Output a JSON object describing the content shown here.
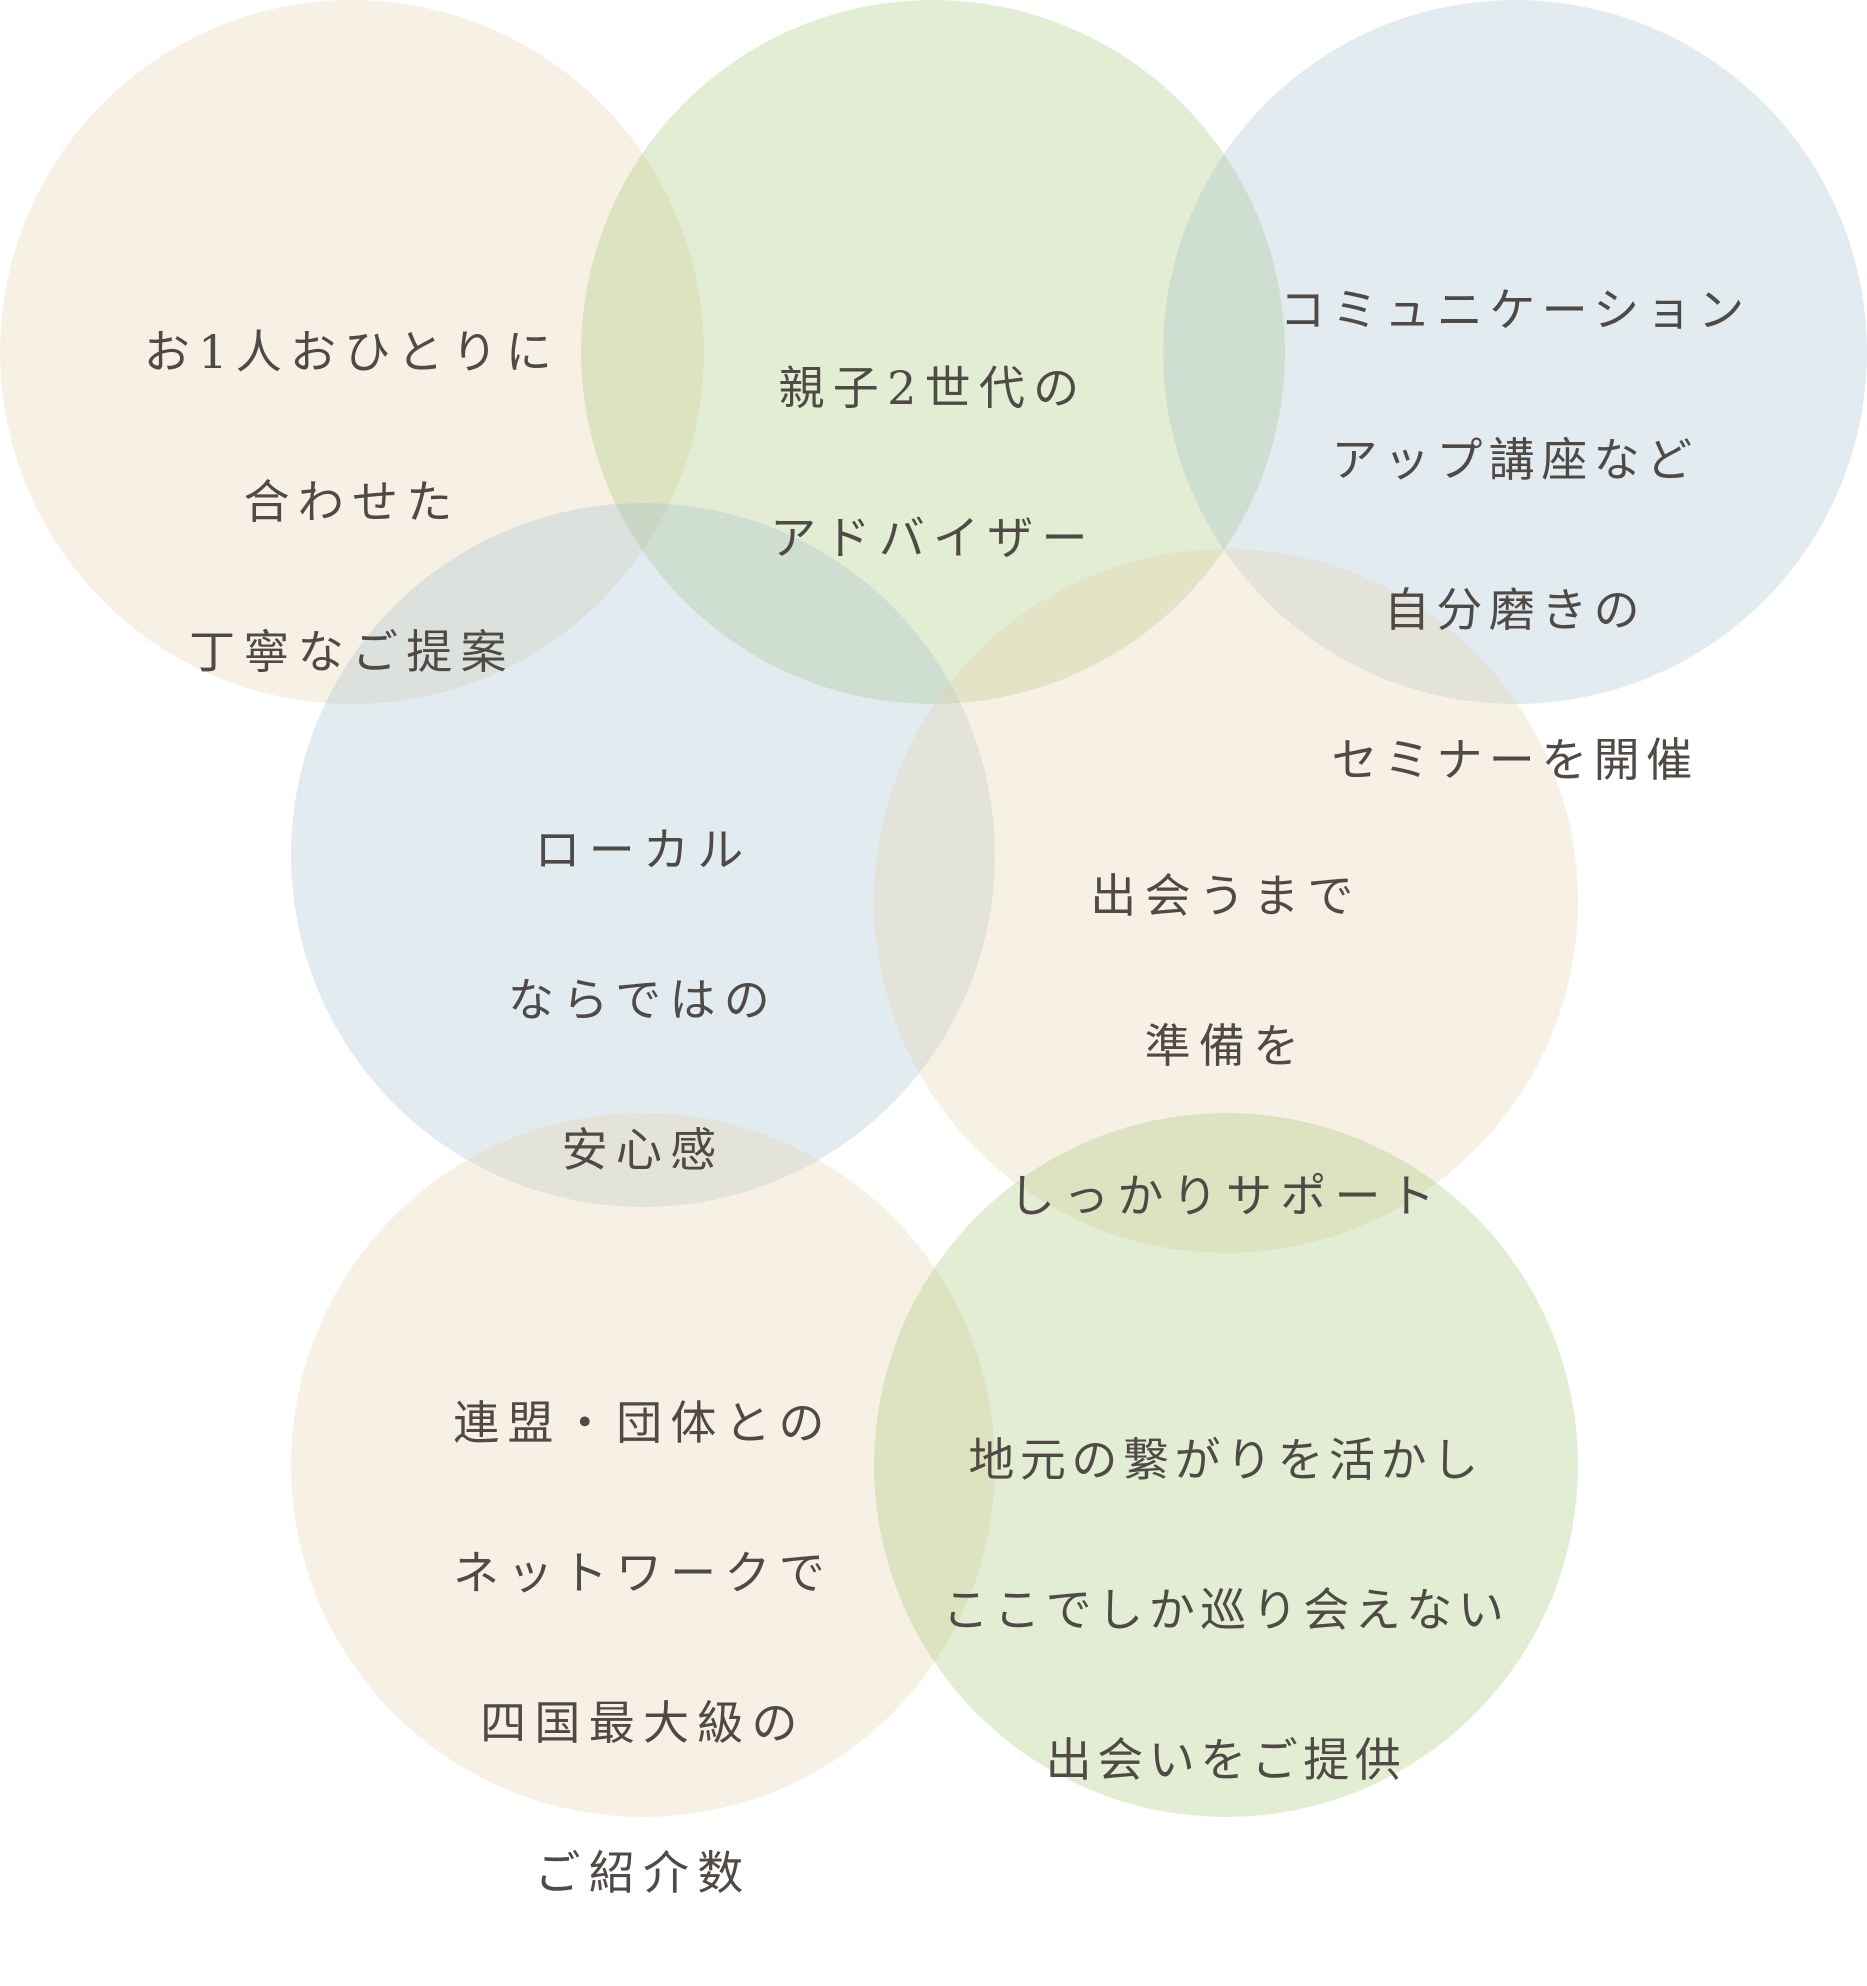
{
  "colors": {
    "beige": "#f6efe1",
    "green": "#e2ebd3",
    "blue": "#e3ecf0",
    "text": "#4f4a46"
  },
  "circles": [
    {
      "color": "beige",
      "lines": [
        "お1人おひとりに",
        "合わせた",
        "丁寧なご提案"
      ]
    },
    {
      "color": "green",
      "lines": [
        "親子2世代の",
        "アドバイザー"
      ]
    },
    {
      "color": "blue",
      "lines": [
        "コミュニケーション",
        "アップ講座など",
        "自分磨きの",
        "セミナーを開催"
      ]
    },
    {
      "color": "blue",
      "lines": [
        "ローカル",
        "ならではの",
        "安心感"
      ]
    },
    {
      "color": "beige",
      "lines": [
        "出会うまで",
        "準備を",
        "しっかりサポート"
      ]
    },
    {
      "color": "beige",
      "lines": [
        "連盟・団体との",
        "ネットワークで",
        "四国最大級の",
        "ご紹介数"
      ]
    },
    {
      "color": "green",
      "lines": [
        "地元の繋がりを活かし",
        "ここでしか巡り会えない",
        "出会いをご提供"
      ]
    }
  ]
}
